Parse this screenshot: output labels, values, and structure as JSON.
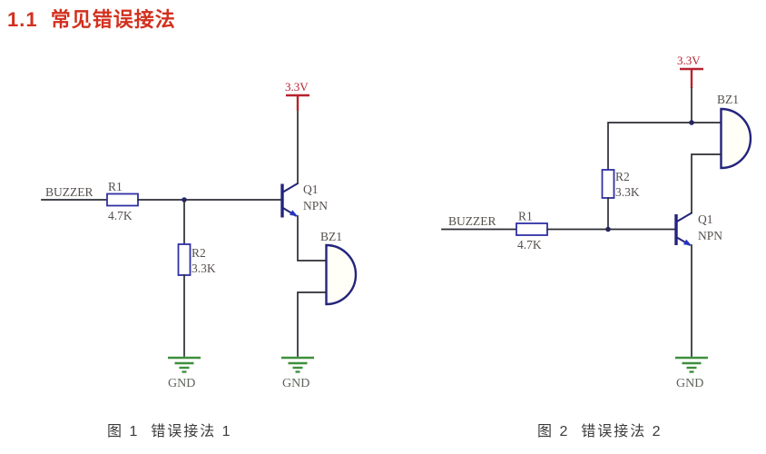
{
  "title": "1.1  常见错误接法",
  "figures": {
    "fig1": {
      "caption": "图 1  错误接法 1",
      "signal": "BUZZER",
      "r1_ref": "R1",
      "r1_value": "4.7K",
      "r2_ref": "R2",
      "r2_value": "3.3K",
      "q_ref": "Q1",
      "q_type": "NPN",
      "buzzer_ref": "BZ1",
      "vcc": "3.3V",
      "gnd_a": "GND",
      "gnd_b": "GND"
    },
    "fig2": {
      "caption": "图 2  错误接法 2",
      "signal": "BUZZER",
      "r1_ref": "R1",
      "r1_value": "4.7K",
      "r2_ref": "R2",
      "r2_value": "3.3K",
      "q_ref": "Q1",
      "q_type": "NPN",
      "buzzer_ref": "BZ1",
      "vcc": "3.3V",
      "gnd_a": "GND"
    }
  },
  "colors": {
    "title": "#d2301e",
    "power": "#b5242e",
    "wire": "#2c2c34",
    "component": "#24247e",
    "resistor": "#3030a6",
    "arrow": "#2633c4",
    "ground": "#3f8f3f",
    "label": "#55504e",
    "gnd_text": "#5d635a",
    "caption": "#3b3b3b",
    "background": "#ffffff"
  }
}
